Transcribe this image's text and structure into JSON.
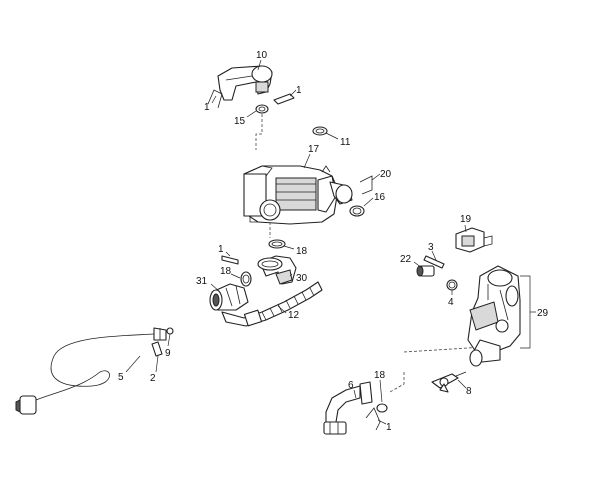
{
  "labels": {
    "p10": "10",
    "p1a": "1",
    "p1b": "1",
    "p15": "15",
    "p11": "11",
    "p17": "17",
    "p20": "20",
    "p16": "16",
    "p1c": "1",
    "p18a": "18",
    "p18b": "18",
    "p31": "31",
    "p30": "30",
    "p12": "12",
    "p19": "19",
    "p3": "3",
    "p22": "22",
    "p4": "4",
    "p29": "29",
    "p9": "9",
    "p5": "5",
    "p2": "2",
    "p6": "6",
    "p18c": "18",
    "p8": "8",
    "p1d": "1"
  }
}
